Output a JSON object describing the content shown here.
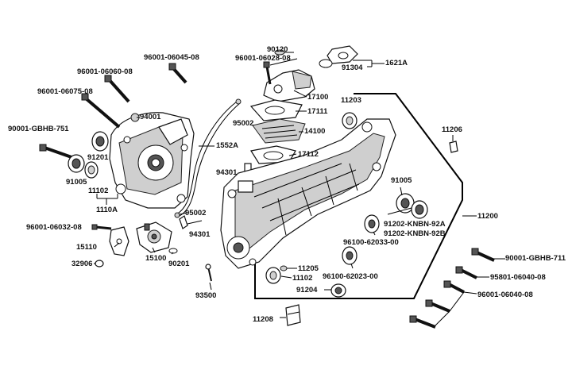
{
  "diagram": {
    "labels": [
      {
        "id": "p90120",
        "text": "90120"
      },
      {
        "id": "p96001_06028",
        "text": "96001-06028-08"
      },
      {
        "id": "p96001_06045",
        "text": "96001-06045-08"
      },
      {
        "id": "p1621A",
        "text": "1621A"
      },
      {
        "id": "p91304",
        "text": "91304"
      },
      {
        "id": "p96001_06060",
        "text": "96001-06060-08"
      },
      {
        "id": "p96001_06075",
        "text": "96001-06075-08"
      },
      {
        "id": "p94001",
        "text": "94001"
      },
      {
        "id": "p17100",
        "text": "17100"
      },
      {
        "id": "p17111",
        "text": "17111"
      },
      {
        "id": "p11203",
        "text": "11203"
      },
      {
        "id": "p95002a",
        "text": "95002"
      },
      {
        "id": "p14100",
        "text": "14100"
      },
      {
        "id": "p11206",
        "text": "11206"
      },
      {
        "id": "p90001_751",
        "text": "90001-GBHB-751"
      },
      {
        "id": "p1552A",
        "text": "1552A"
      },
      {
        "id": "p17112",
        "text": "17112"
      },
      {
        "id": "p91201",
        "text": "91201"
      },
      {
        "id": "p94301a",
        "text": "94301"
      },
      {
        "id": "p91005a",
        "text": "91005"
      },
      {
        "id": "p11102a",
        "text": "11102"
      },
      {
        "id": "p91005b",
        "text": "91005"
      },
      {
        "id": "p1110A",
        "text": "1110A"
      },
      {
        "id": "p95002b",
        "text": "95002"
      },
      {
        "id": "p11200",
        "text": "11200"
      },
      {
        "id": "p91202_a",
        "text": "91202-KNBN-92A"
      },
      {
        "id": "p91202_b",
        "text": "91202-KNBN-92B"
      },
      {
        "id": "p96001_06032",
        "text": "96001-06032-08"
      },
      {
        "id": "p94301b",
        "text": "94301"
      },
      {
        "id": "p96100_62033",
        "text": "96100-62033-00"
      },
      {
        "id": "p15110",
        "text": "15110"
      },
      {
        "id": "p15100",
        "text": "15100"
      },
      {
        "id": "p90201",
        "text": "90201"
      },
      {
        "id": "p90001_711",
        "text": "90001-GBHB-711"
      },
      {
        "id": "p32906",
        "text": "32906"
      },
      {
        "id": "p11205",
        "text": "11205"
      },
      {
        "id": "p11102b",
        "text": "11102"
      },
      {
        "id": "p95801",
        "text": "95801-06040-08"
      },
      {
        "id": "p96100_62023",
        "text": "96100-62023-00"
      },
      {
        "id": "p91204",
        "text": "91204"
      },
      {
        "id": "p96001_06040",
        "text": "96001-06040-08"
      },
      {
        "id": "p93500",
        "text": "93500"
      },
      {
        "id": "p11208",
        "text": "11208"
      }
    ]
  }
}
